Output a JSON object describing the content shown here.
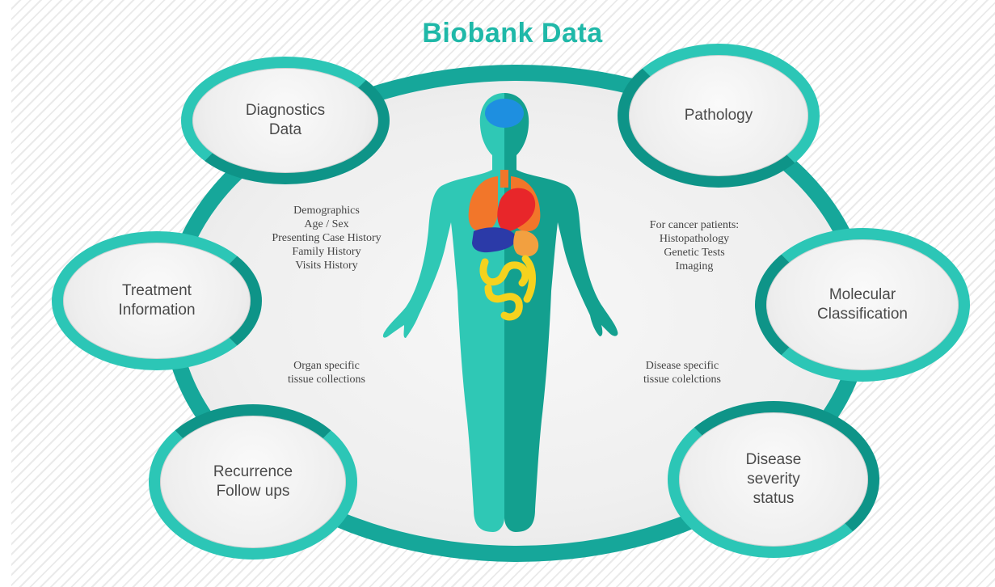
{
  "title": "Biobank Data",
  "nodes": {
    "diagnostics": "Diagnostics\nData",
    "pathology": "Pathology",
    "treatment": "Treatment\nInformation",
    "molecular": "Molecular\nClassification",
    "recurrence": "Recurrence\nFollow ups",
    "severity": "Disease\nseverity\nstatus"
  },
  "info": {
    "demographics": "Demographics\nAge / Sex\nPresenting Case History\nFamily History\nVisits History",
    "cancer": "For cancer patients:\nHistopathology\nGenetic Tests\nImaging",
    "organ": "Organ specific\ntissue collections",
    "disease": "Disease specific\ntissue colelctions"
  },
  "colors": {
    "ring": "#16a79a",
    "node_ring": "#2cc6b6",
    "title": "#1fb8a8",
    "body_light": "#2fc8b5",
    "body_dark": "#13a08f",
    "brain": "#1e8fe0",
    "lungs": "#f2762a",
    "heart": "#e8262a",
    "liver": "#2b3aa8",
    "stomach": "#f2a040",
    "intestine": "#f5d21e"
  },
  "icons": [
    "human-body-icon",
    "brain-icon",
    "lungs-icon",
    "heart-icon",
    "liver-icon",
    "intestine-icon"
  ]
}
